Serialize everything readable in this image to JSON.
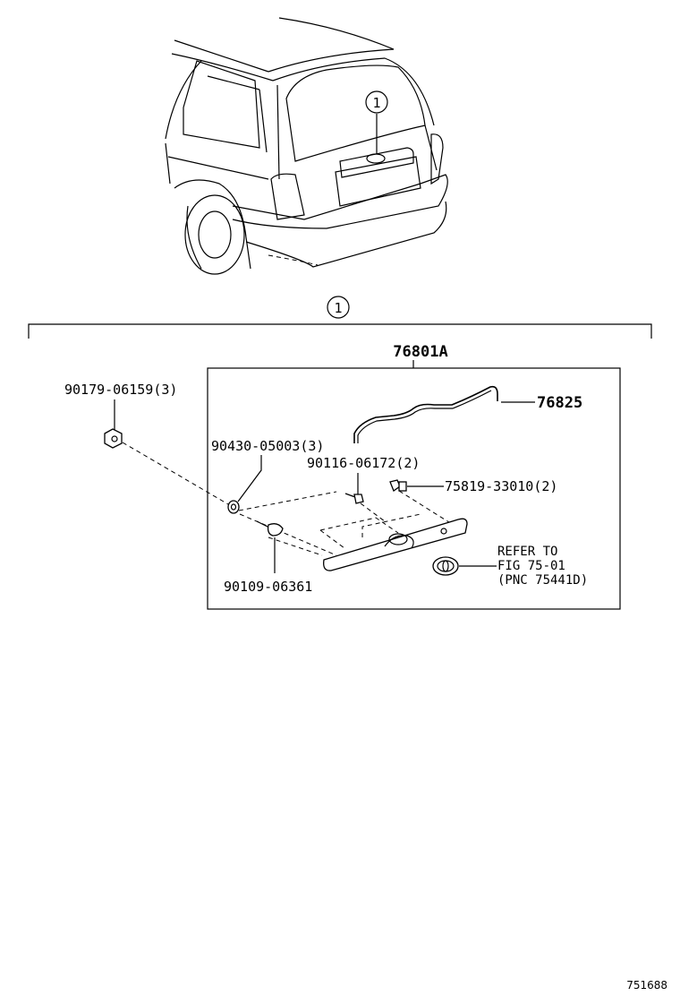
{
  "callout": {
    "number": "1"
  },
  "assembly": {
    "part_number": "76801A"
  },
  "parts": {
    "p76825": "76825",
    "p90179": "90179-06159(3)",
    "p90430": "90430-05003(3)",
    "p90116": "90116-06172(2)",
    "p75819": "75819-33010(2)",
    "p90109": "90109-06361"
  },
  "reference": {
    "line1": "REFER TO",
    "line2": "FIG 75-01",
    "line3": "(PNC 75441D)"
  },
  "figure_id": "751688"
}
